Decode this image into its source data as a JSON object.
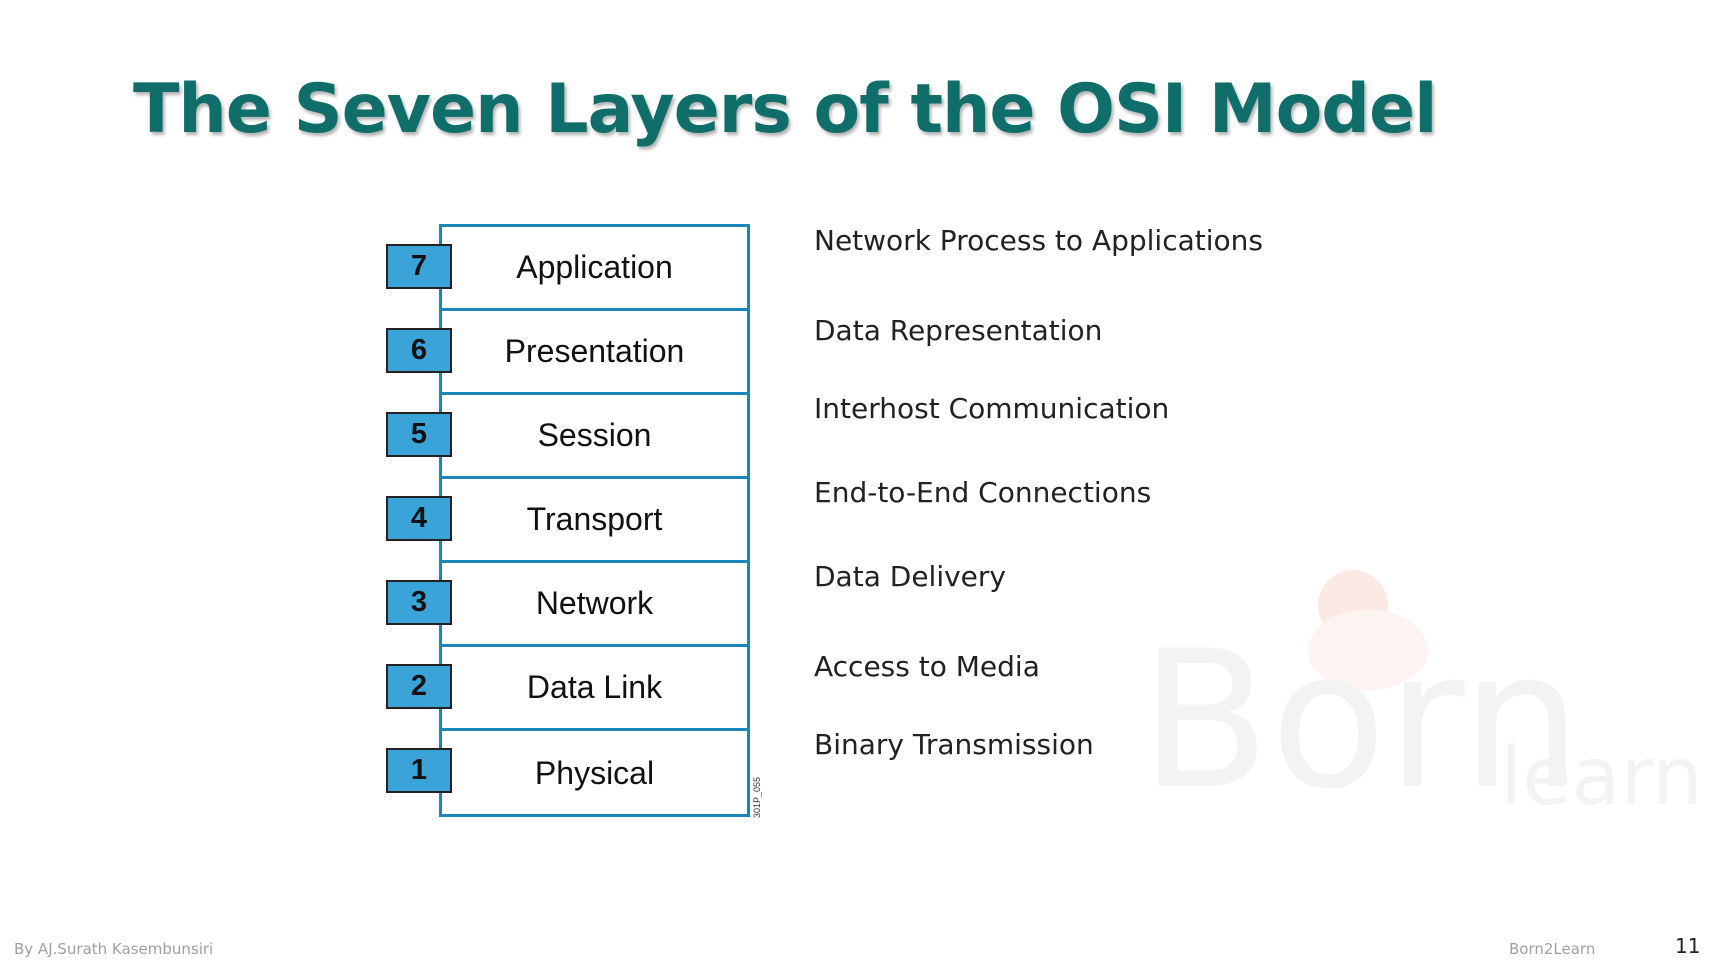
{
  "title": "The Seven Layers of the OSI Model",
  "colors": {
    "title": "#0f6e6a",
    "stack_border": "#1a86b8",
    "number_box": "#3aa3d8"
  },
  "layers": [
    {
      "number": "7",
      "name": "Application",
      "description": "Network Process to Applications"
    },
    {
      "number": "6",
      "name": "Presentation",
      "description": "Data Representation"
    },
    {
      "number": "5",
      "name": "Session",
      "description": "Interhost Communication"
    },
    {
      "number": "4",
      "name": "Transport",
      "description": "End-to-End Connections"
    },
    {
      "number": "3",
      "name": "Network",
      "description": "Data Delivery"
    },
    {
      "number": "2",
      "name": "Data Link",
      "description": "Access to Media"
    },
    {
      "number": "1",
      "name": "Physical",
      "description": "Binary Transmission"
    }
  ],
  "figure_code": "301P_055",
  "watermark": {
    "word1": "Born",
    "word2": "learn",
    "icon": "born2learn-logo-icon"
  },
  "footer": {
    "author": "By AJ.Surath Kasembunsiri",
    "brand": "Born2Learn",
    "page_number": "11"
  }
}
